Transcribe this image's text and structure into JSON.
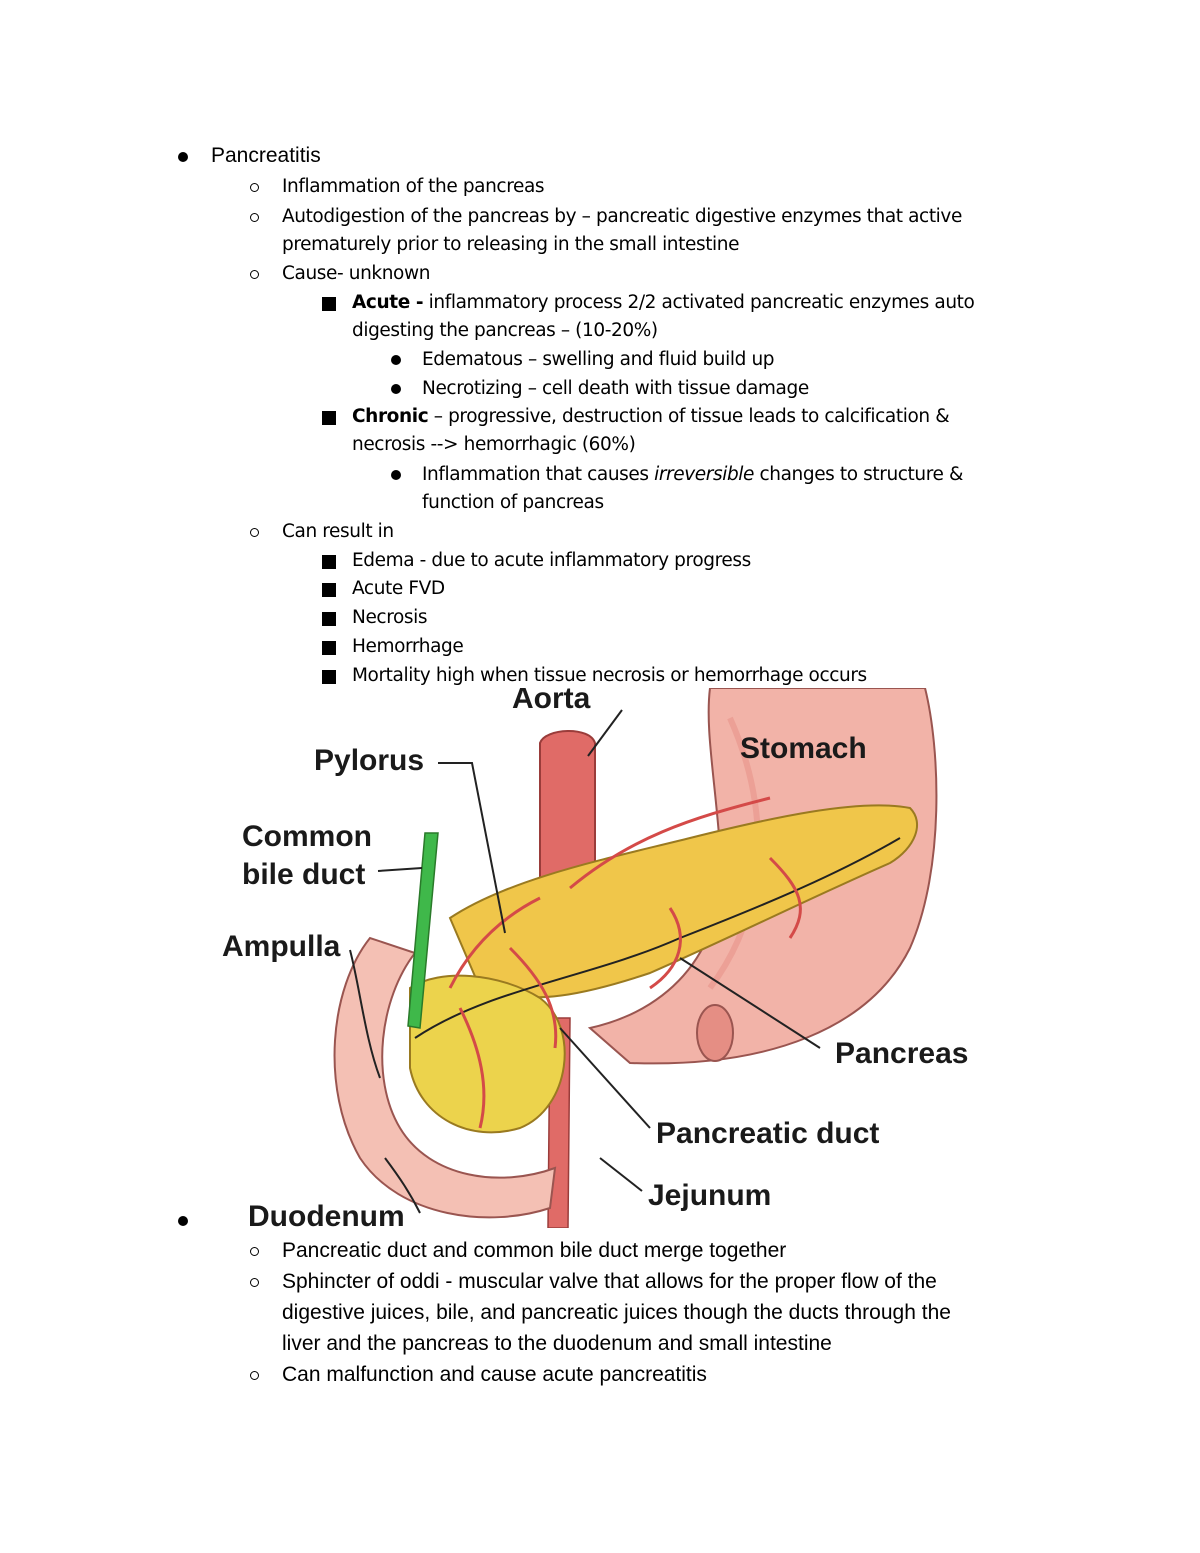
{
  "section1": {
    "title": "Pancreatitis",
    "items": {
      "inflammation": "Inflammation of the pancreas",
      "autodigestion_1": "Autodigestion of the pancreas  by – pancreatic digestive enzymes that active",
      "autodigestion_2": "prematurely prior to releasing in the small intestine",
      "cause": "Cause- unknown",
      "acute_label": "Acute -",
      "acute_text_1": " inflammatory process 2/2 activated pancreatic enzymes auto",
      "acute_text_2": "digesting the pancreas – (10-20%)",
      "edematous": "Edematous – swelling and fluid build up",
      "necrotizing": "Necrotizing – cell death with tissue damage",
      "chronic_label": "Chronic",
      "chronic_text_1": " – progressive, destruction of tissue leads to calcification &",
      "chronic_text_2": "necrosis --> hemorrhagic (60%)",
      "chronic_sub_a": "Inflammation that causes ",
      "chronic_sub_italic": "irreversible",
      "chronic_sub_b": " changes to structure &",
      "chronic_sub_2": "function of pancreas",
      "can_result": "Can result in",
      "results": [
        "Edema - due to acute inflammatory progress",
        "Acute FVD",
        "Necrosis",
        "Hemorrhage",
        "Mortality high when tissue necrosis or hemorrhage occurs"
      ]
    }
  },
  "diagram": {
    "labels": {
      "aorta": "Aorta",
      "stomach": "Stomach",
      "pylorus": "Pylorus",
      "common_bile_duct_1": "Common",
      "common_bile_duct_2": "bile duct",
      "ampulla": "Ampulla",
      "pancreas": "Pancreas",
      "pancreatic_duct": "Pancreatic duct",
      "jejunum": "Jejunum",
      "duodenum": "Duodenum"
    }
  },
  "section2": {
    "items": {
      "merge": "Pancreatic duct and common bile duct merge together",
      "oddi_1": "Sphincter of oddi - muscular valve that allows for the proper flow of the",
      "oddi_2": "digestive juices, bile, and pancreatic juices though the ducts through the",
      "oddi_3": "liver and the pancreas to the duodenum and small intestine",
      "malfunction": "Can malfunction and cause acute pancreatitis"
    }
  }
}
